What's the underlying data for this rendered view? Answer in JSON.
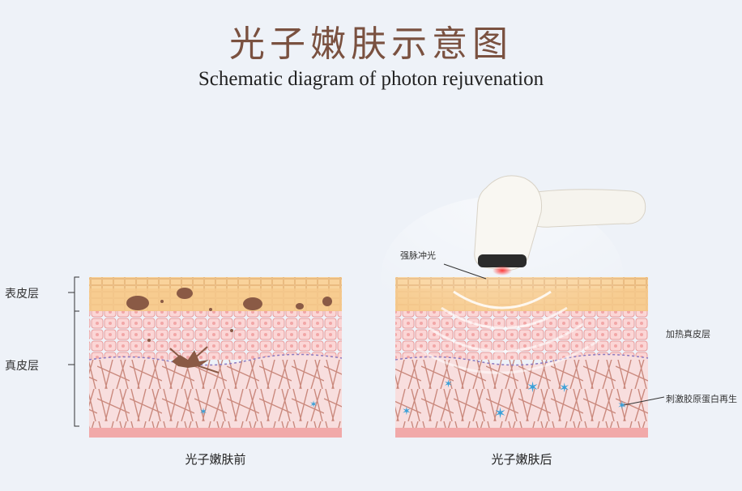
{
  "title_cn": "光子嫩肤示意图",
  "title_en": "Schematic diagram of photon rejuvenation",
  "left_panel": {
    "epidermis_label": "表皮层",
    "dermis_label": "真皮层",
    "caption": "光子嫩肤前"
  },
  "right_panel": {
    "ipl_label": "强脉冲光",
    "heat_label": "加热真皮层",
    "collagen_label": "刺激胶原蛋白再生",
    "caption": "光子嫩肤后"
  },
  "colors": {
    "epidermis": "#f6c98c",
    "cells": "#f5b9b9",
    "dermis": "#f8dede",
    "fiber": "#b76a5a",
    "spot": "#8a5a45",
    "star": "#3aa0d8",
    "bottom": "#f1a9a9"
  }
}
